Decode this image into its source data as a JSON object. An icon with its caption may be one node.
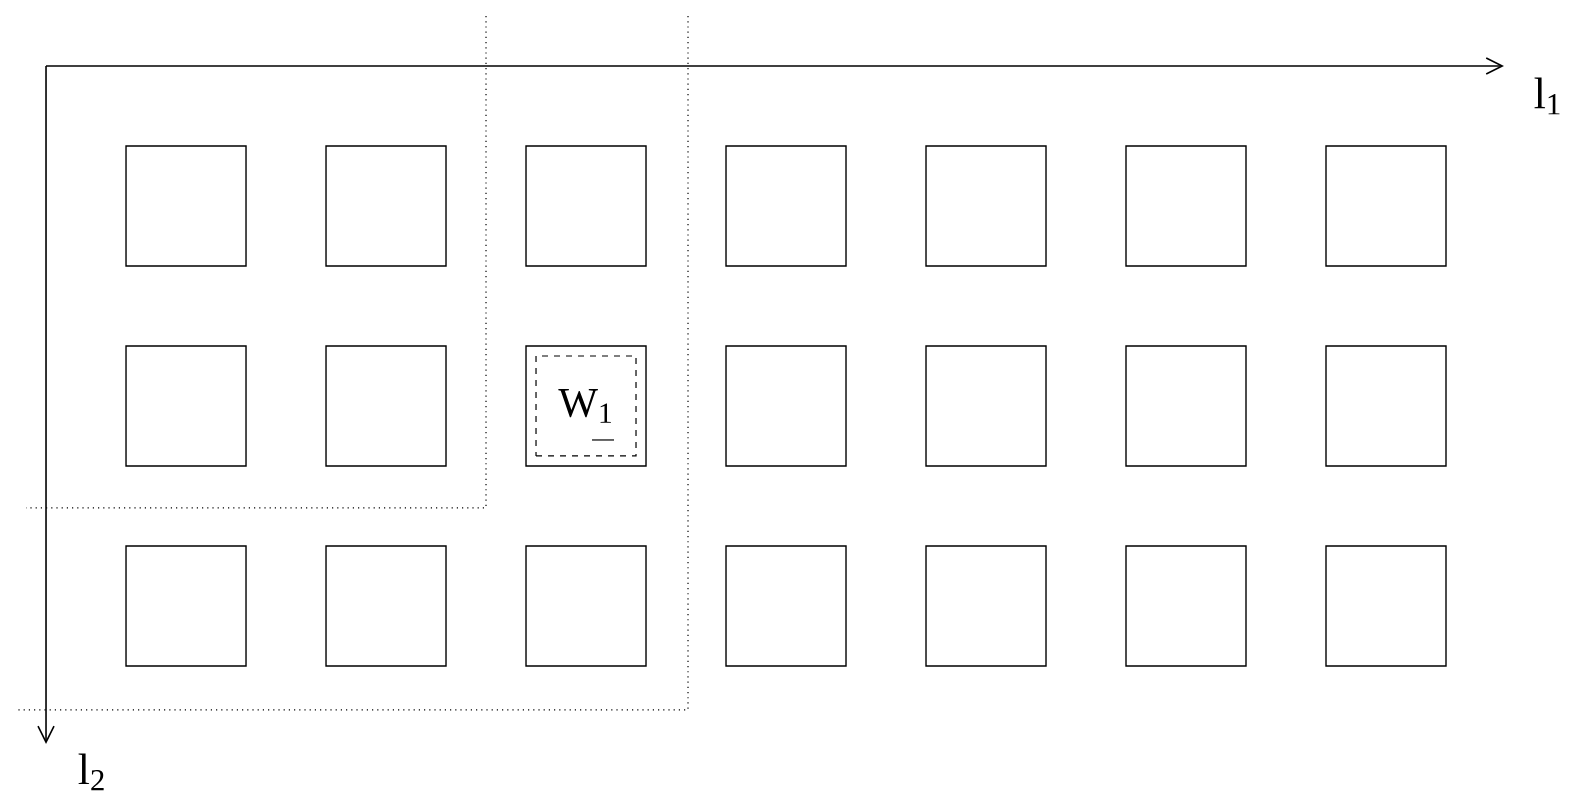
{
  "diagram": {
    "nodes": [
      {
        "text": [],
        "shape": "box"
      },
      {
        "text": [],
        "shape": "box"
      },
      {
        "text": [],
        "shape": "box"
      },
      {
        "text": [],
        "shape": "box"
      },
      {
        "text": [],
        "shape": "box"
      },
      {
        "text": [],
        "shape": "box"
      },
      {
        "text": [],
        "shape": "box"
      },
      {
        "text": [],
        "shape": "box"
      },
      {
        "text": [],
        "shape": "box"
      },
      {
        "text": [],
        "shape": "box"
      },
      {
        "text": [],
        "shape": "box"
      },
      {
        "text": [],
        "shape": "box"
      },
      {
        "text": [],
        "shape": "box"
      },
      {
        "text": [],
        "shape": "box"
      },
      {
        "text": [],
        "shape": "box"
      },
      {
        "text": [],
        "shape": "box"
      },
      {
        "text": [],
        "shape": "box"
      },
      {
        "text": [],
        "shape": "box"
      },
      {
        "text": [],
        "shape": "box"
      },
      {
        "text": [],
        "shape": "box"
      },
      {
        "text": [],
        "shape": "box"
      },
      {
        "text": [
          "W$_{1}$"
        ],
        "in": 9
      }
    ],
    "labels": [
      "l$_{1}$",
      "l$_{2}$"
    ]
  }
}
